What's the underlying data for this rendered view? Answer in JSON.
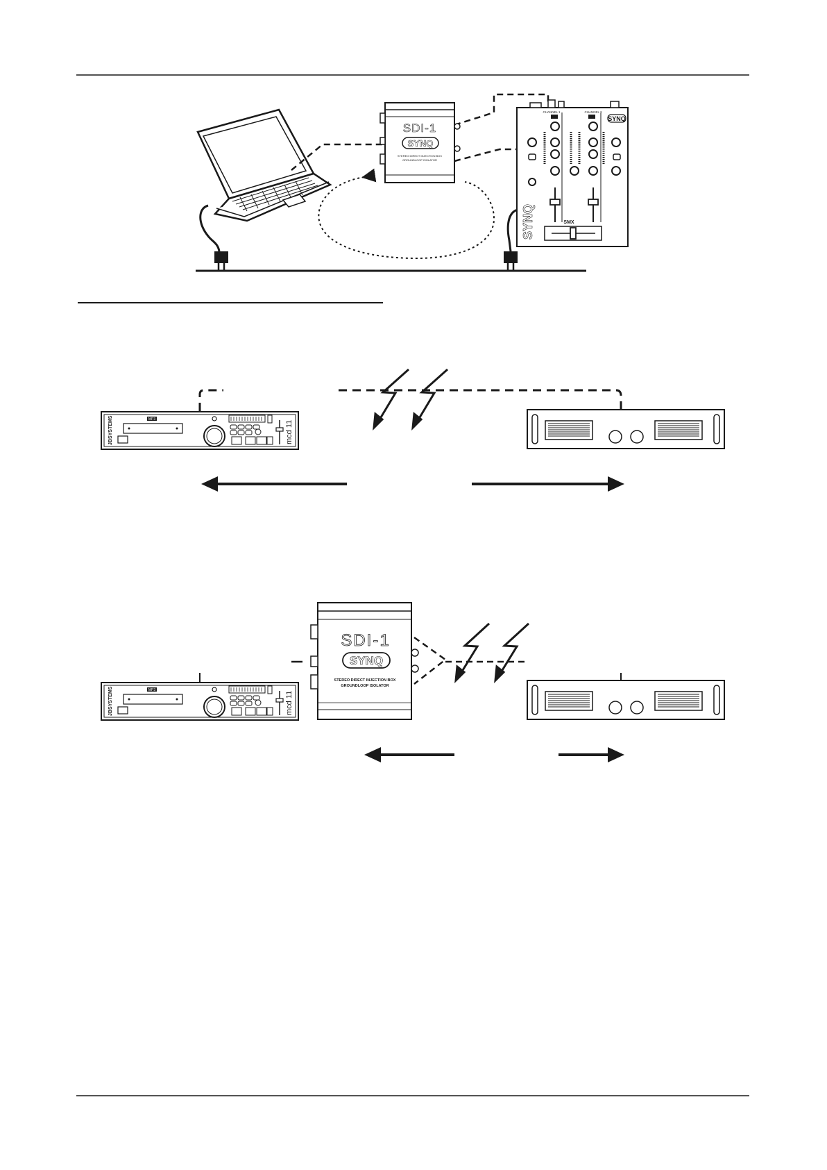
{
  "sdi_box": {
    "model": "SDI-1",
    "brand": "SYNQ",
    "line1": "STEREO DIRECT INJECTION BOX",
    "line2": "GROUNDLOOP ISOLATOR"
  },
  "mixer": {
    "channel1": "CHANNEL 1",
    "channel2": "CHANNEL 2",
    "brand": "SYNQ",
    "side_brand": "SYNQ",
    "model": "SMX"
  },
  "cd_player": {
    "brand": "JBSYSTEMS",
    "model": "mcd 11",
    "mp3_badge": "MP3"
  },
  "colors": {
    "ink": "#1a1a1a",
    "background": "#ffffff"
  },
  "icons": [
    "laptop-icon",
    "power-plug-icon",
    "lightning-bolt-icon",
    "arrow-left-icon",
    "arrow-right-icon",
    "ground-loop-icon"
  ]
}
